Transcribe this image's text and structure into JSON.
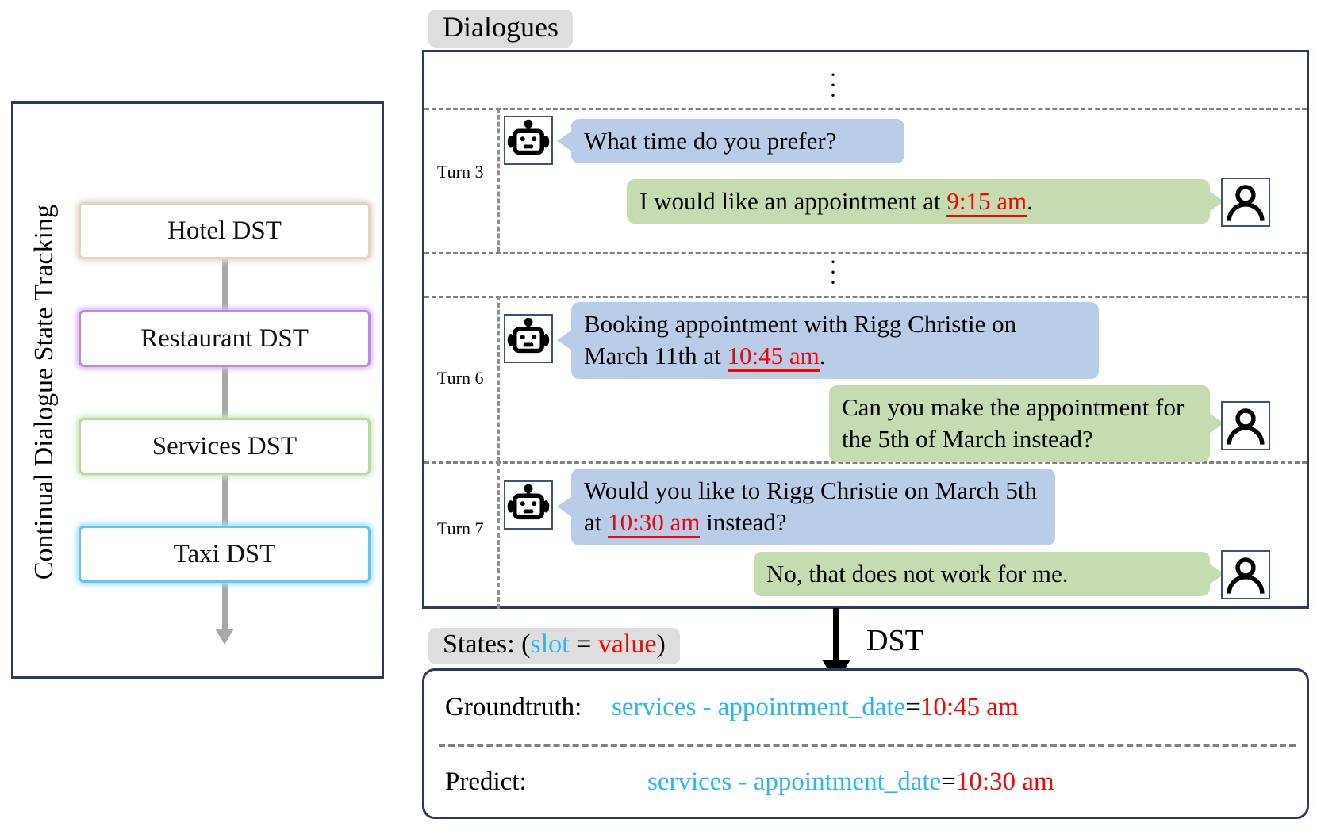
{
  "left_panel": {
    "vertical_title": "Continual Dialogue State Tracking",
    "boxes": [
      {
        "label": "Hotel DST",
        "border_color": "#e3d5c4"
      },
      {
        "label": "Restaurant DST",
        "border_color": "#b98cd8"
      },
      {
        "label": "Services DST",
        "border_color": "#b5d9a0"
      },
      {
        "label": "Taxi DST",
        "border_color": "#63c6f2"
      }
    ],
    "flow_arrow_color": "#a8a8a8"
  },
  "dialogues": {
    "title": "Dialogues",
    "ellipsis_top": "⋮",
    "ellipsis_mid": "⋮",
    "turns": [
      {
        "turn_label": "Turn 3",
        "messages": [
          {
            "speaker": "bot",
            "avatar": "robot-icon",
            "text_before": "What time do you prefer?",
            "highlight": "",
            "text_after": ""
          },
          {
            "speaker": "user",
            "avatar": "person-icon",
            "text_before": "I would like an appointment at ",
            "highlight": "9:15 am",
            "text_after": "."
          }
        ]
      },
      {
        "turn_label": "Turn 6",
        "messages": [
          {
            "speaker": "bot",
            "avatar": "robot-icon",
            "text_before": "Booking appointment with Rigg Christie on March 11th at ",
            "highlight": "10:45 am",
            "text_after": "."
          },
          {
            "speaker": "user",
            "avatar": "person-icon",
            "text_before": "Can you make the appointment for the 5th of March instead?",
            "highlight": "",
            "text_after": ""
          }
        ]
      },
      {
        "turn_label": "Turn 7",
        "messages": [
          {
            "speaker": "bot",
            "avatar": "robot-icon",
            "text_before": "Would you like to Rigg Christie on March 5th at ",
            "highlight": "10:30 am",
            "text_after": " instead?"
          },
          {
            "speaker": "user",
            "avatar": "person-icon",
            "text_before": "No, that does not work for me.",
            "highlight": "",
            "text_after": ""
          }
        ]
      }
    ]
  },
  "dst_arrow": {
    "label": "DST"
  },
  "states": {
    "title_prefix": "States: (",
    "title_slot": "slot",
    "title_eq": " = ",
    "title_value": "value",
    "title_suffix": ")",
    "rows": [
      {
        "label": "Groundtruth:",
        "slot": "services - appointment_date",
        "eq": " = ",
        "value": "10:45 am"
      },
      {
        "label": "Predict:",
        "slot": "services - appointment_date",
        "eq": " = ",
        "value": "10:30 am"
      }
    ]
  },
  "colors": {
    "panel_border": "#2b3a5e",
    "bot_bubble": "#b9cde8",
    "user_bubble": "#c5dcb0",
    "tag_bg": "#dedede",
    "highlight_red": "#ff0000",
    "slot_blue": "#29b6f6",
    "divider_gray": "#808080"
  }
}
